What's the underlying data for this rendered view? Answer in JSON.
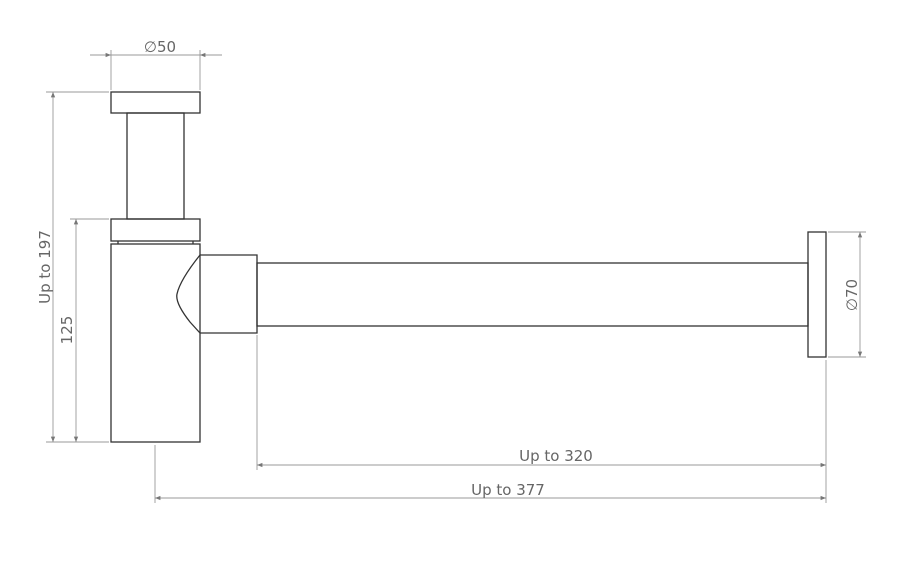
{
  "dimensions": {
    "top_diameter": "∅50",
    "total_height": "Up to 197",
    "body_height": "125",
    "flange_diameter": "∅70",
    "pipe_length": "Up to 320",
    "total_length": "Up to 377"
  },
  "colors": {
    "outline": "#333333",
    "dimension": "#999999",
    "text": "#666666"
  }
}
